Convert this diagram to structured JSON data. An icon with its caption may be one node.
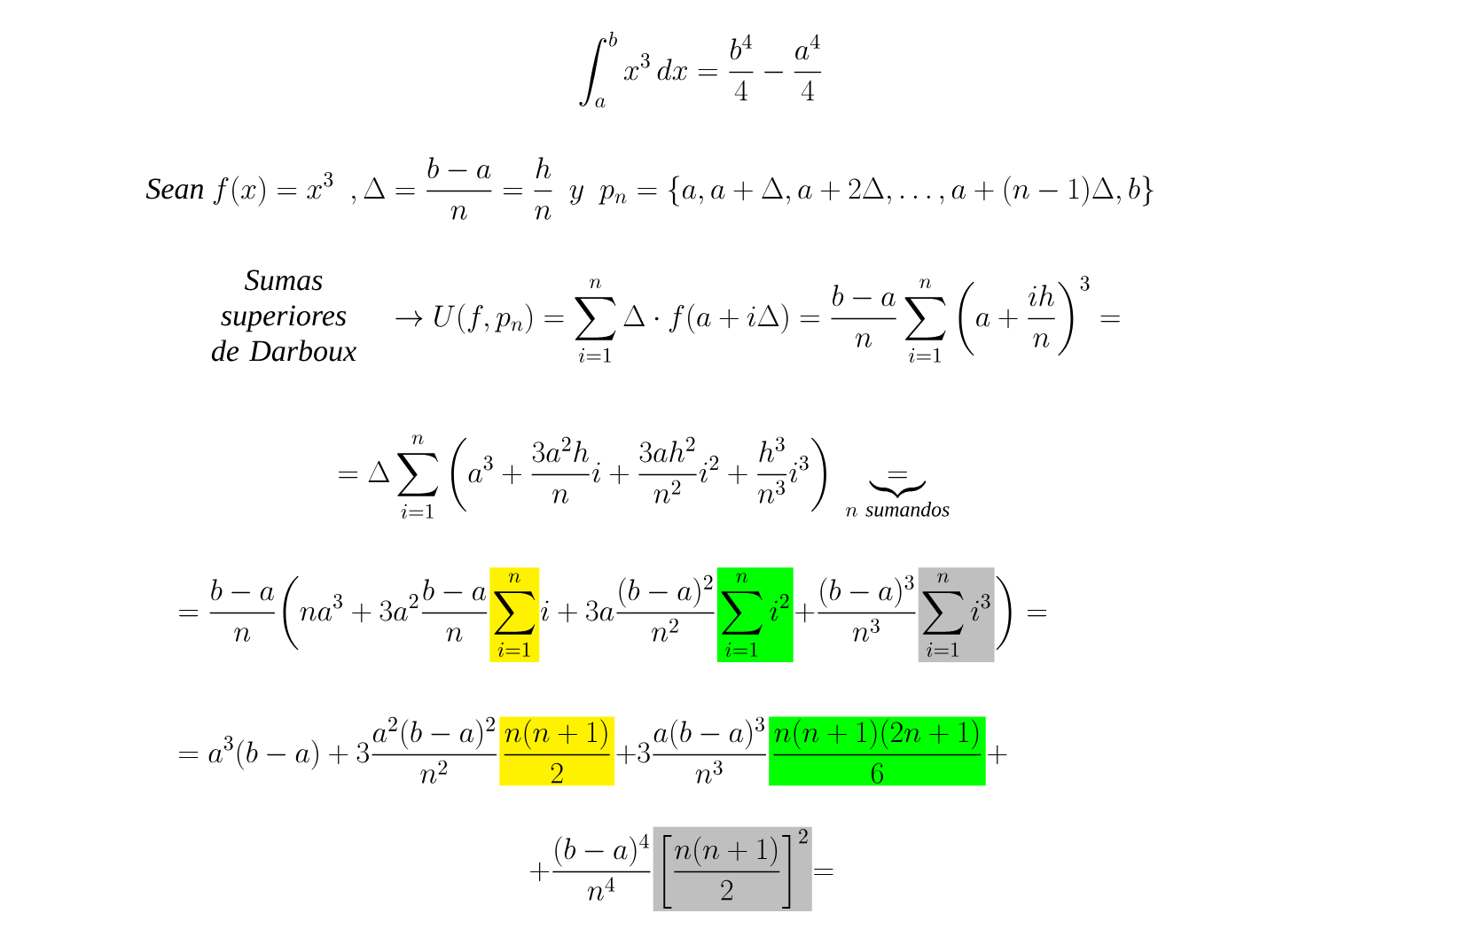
{
  "diagram": {
    "labels": [
      "\\int_a^b x^3\\,dx=\\frac{b^4}{4}-\\frac{a^4}{4}",
      "\\mathit{Sean}\\ f(x)=x^3\\ \\ ,\\Delta=\\frac{b-a}{n}=\\frac{h}{n}\\ \\ y\\ \\ p_n=\\{a,a+\\Delta,a+2\\Delta,\\dots,a+(n-1)\\Delta,b\\}",
      "Sumas superiores de Darboux",
      "\\to U(f,p_n)=\\sum_{i=1}^{n}\\Delta\\cdot f(a+i\\Delta)=\\frac{b-a}{n}\\sum_{i=1}^{n}\\left(a+\\frac{ih}{n}\\right)^3=",
      "=\\Delta\\sum_{i=1}^{n}\\left(a^3+\\frac{3a^2h}{n}i+\\frac{3ah^2}{n^2}i^2+\\frac{h^3}{n^3}i^3\\right)\\ \\underbrace{=}_{n\\ \\mathit{sumandos}}",
      "=\\frac{b-a}{n}\\biggl(na^3+3a^2\\frac{b-a}{n}",
      "\\sum_{i=1}^{n}",
      "i+3a\\frac{(b-a)^2}{n^2}",
      "\\sum_{i=1}^{n}i^2",
      "+\\frac{(b-a)^3}{n^3}",
      "\\sum_{i=1}^{n}i^3",
      "\\biggr)=",
      "=a^3(b-a)+3\\frac{a^2(b-a)^2}{n^2}",
      "\\frac{n(n+1)}{2}",
      "+3\\frac{a(b-a)^3}{n^3}",
      "\\frac{n(n+1)(2n+1)}{6}",
      "+",
      "+\\frac{(b-a)^4}{n^4}",
      "\\left[\\frac{n(n+1)}{2}\\right]^2",
      "="
    ]
  }
}
